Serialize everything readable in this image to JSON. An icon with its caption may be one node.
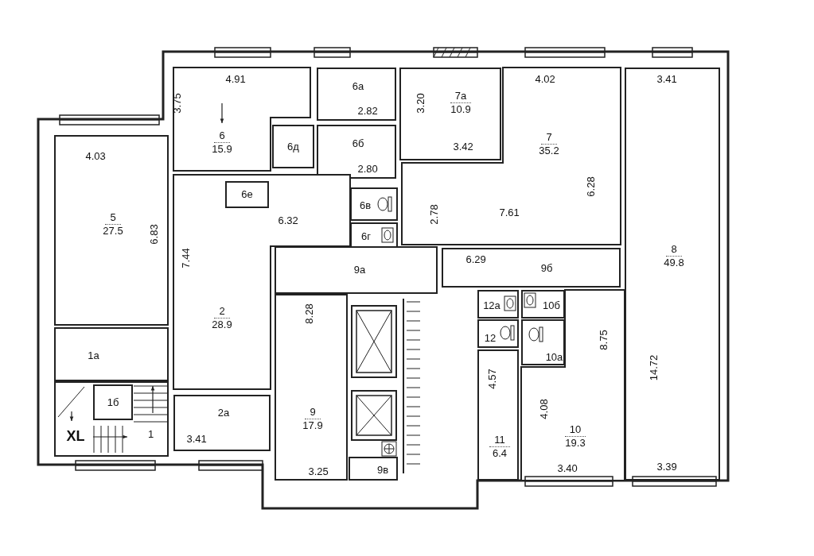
{
  "diagram": {
    "nodes": [
      {
        "text": [
          "6",
          "15.9"
        ]
      },
      {
        "text": [
          "6а"
        ]
      },
      {
        "text": [
          "7а",
          "10.9"
        ],
        "in": 3
      },
      {
        "text": [
          "7",
          "35.2"
        ]
      },
      {
        "text": [
          "8",
          "49.8"
        ]
      },
      {
        "text": [
          "6д"
        ]
      },
      {
        "text": [
          "6б"
        ]
      },
      {
        "text": [
          "5",
          "27.5"
        ]
      },
      {
        "text": [
          "6е"
        ],
        "in": 9
      },
      {
        "text": [
          "2",
          "28.9"
        ]
      },
      {
        "text": [
          "6в"
        ]
      },
      {
        "text": [
          "6г"
        ]
      },
      {
        "text": [
          "9а"
        ]
      },
      {
        "text": [
          "9б"
        ]
      },
      {
        "text": [
          "12а"
        ]
      },
      {
        "text": [
          "10б"
        ],
        "in": 20
      },
      {
        "text": [
          "12"
        ]
      },
      {
        "text": [
          "10а"
        ],
        "in": 20
      },
      {
        "text": [
          "9",
          "17.9"
        ]
      },
      {
        "text": [
          "11",
          "6.4"
        ]
      },
      {
        "text": [
          "10",
          "19.3"
        ]
      },
      {
        "text": [
          "1а"
        ]
      },
      {
        "text": [
          "1"
        ]
      },
      {
        "text": [
          "1б"
        ],
        "in": 22
      },
      {
        "text": [
          "2а"
        ]
      },
      {
        "text": [
          "9в"
        ]
      }
    ],
    "edges": [],
    "labels": [
      "4.91",
      "4.02",
      "3.41",
      "3.75",
      "3.20",
      "2.82",
      "3.42",
      "4.03",
      "2.80",
      "6.28",
      "7.61",
      "2.78",
      "6.32",
      "6.83",
      "7.44",
      "6.29",
      "8.28",
      "8.75",
      "14.72",
      "4.57",
      "4.08",
      "XL",
      "3.41",
      "3.40",
      "3.39",
      "3.25"
    ]
  }
}
